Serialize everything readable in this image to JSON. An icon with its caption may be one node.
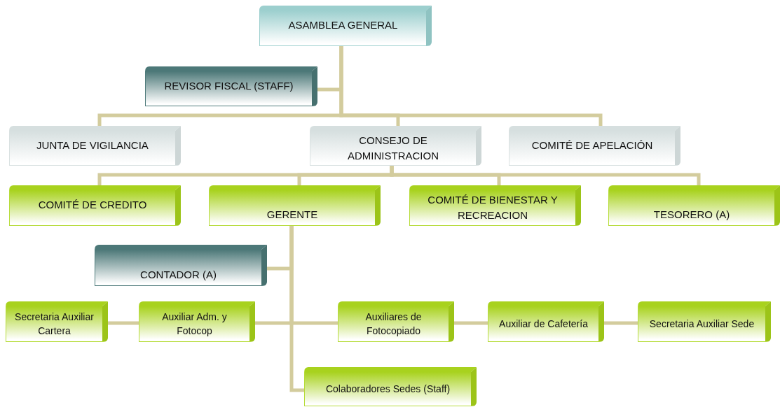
{
  "diagram": {
    "nodes": [
      {
        "text": [
          "ASAMBLEA GENERAL"
        ]
      },
      {
        "text": [
          "REVISOR FISCAL (STAFF)"
        ]
      },
      {
        "text": [
          "JUNTA DE VIGILANCIA"
        ]
      },
      {
        "text": [
          "CONSEJO DE ADMINISTRACION"
        ]
      },
      {
        "text": [
          "COMITÉ DE APELACIÓN"
        ]
      },
      {
        "text": [
          "COMITÉ DE CREDITO"
        ]
      },
      {
        "text": [
          "GERENTE"
        ]
      },
      {
        "text": [
          "COMITÉ DE BIENESTAR Y RECREACION"
        ]
      },
      {
        "text": [
          "TESORERO (A)"
        ]
      },
      {
        "text": [
          "CONTADOR (A)"
        ]
      },
      {
        "text": [
          "Secretaria Auxiliar Cartera"
        ]
      },
      {
        "text": [
          "Auxiliar Adm. y Fotocop"
        ]
      },
      {
        "text": [
          "Auxiliares de Fotocopiado"
        ]
      },
      {
        "text": [
          "Auxiliar de Cafetería"
        ]
      },
      {
        "text": [
          "Secretaria Auxiliar Sede"
        ]
      },
      {
        "text": [
          "Colaboradores Sedes (Staff)"
        ]
      }
    ],
    "edges": [
      {
        "from": 0,
        "to": 1,
        "arrow": "none"
      },
      {
        "from": 0,
        "to": 2,
        "arrow": "none"
      },
      {
        "from": 0,
        "to": 3,
        "arrow": "none"
      },
      {
        "from": 0,
        "to": 4,
        "arrow": "none"
      },
      {
        "from": 3,
        "to": 5,
        "arrow": "none"
      },
      {
        "from": 3,
        "to": 6,
        "arrow": "none"
      },
      {
        "from": 3,
        "to": 7,
        "arrow": "none"
      },
      {
        "from": 3,
        "to": 8,
        "arrow": "none"
      },
      {
        "from": 6,
        "to": 9,
        "arrow": "none"
      },
      {
        "from": 6,
        "to": 11,
        "arrow": "none"
      },
      {
        "from": 6,
        "to": 12,
        "arrow": "none"
      },
      {
        "from": 6,
        "to": 15,
        "arrow": "none"
      },
      {
        "from": 11,
        "to": 10,
        "arrow": "none"
      },
      {
        "from": 12,
        "to": 13,
        "arrow": "none"
      },
      {
        "from": 13,
        "to": 14,
        "arrow": "none"
      }
    ]
  }
}
